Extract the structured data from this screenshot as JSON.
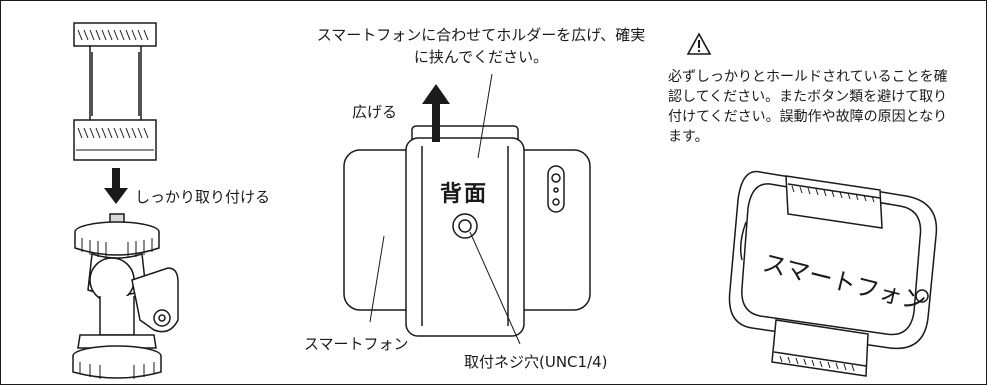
{
  "captions": {
    "top": "スマートフォンに合わせてホルダーを広げ、確実に挟んでください。",
    "spread": "広げる",
    "attach": "しっかり取り付ける",
    "smartphone": "スマートフォン",
    "mount_hole": "取付ネジ穴(UNC1/4)",
    "back": "背面",
    "warning": "必ずしっかりとホールドされていることを確認してください。またボタン類を避けて取り付けてください。誤動作や故障の原因となります。",
    "phone_screen": "スマートフォン"
  },
  "icons": {
    "warning": "warning-triangle-icon",
    "arrow_up": "arrow-up-icon",
    "arrow_down": "arrow-down-icon"
  },
  "colors": {
    "line": "#1a1a1a",
    "fill": "#ffffff",
    "shade": "#d9d9d9"
  }
}
